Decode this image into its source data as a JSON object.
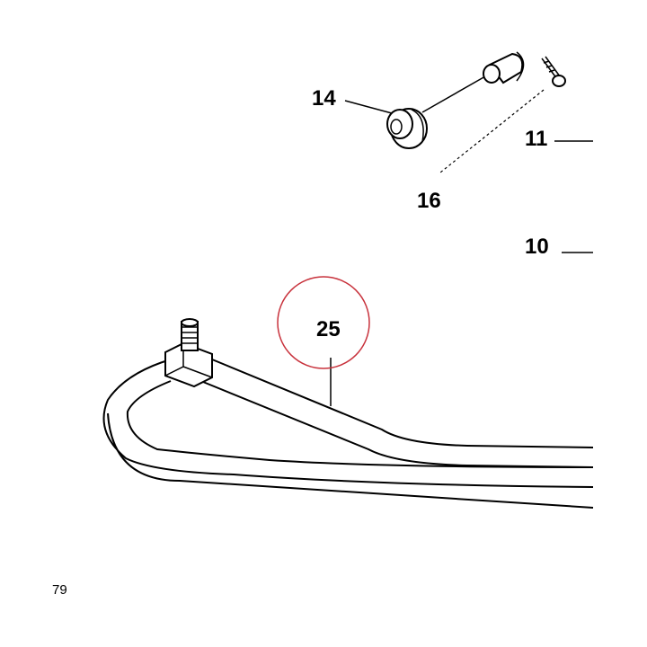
{
  "callouts": [
    {
      "id": "14",
      "label": "14"
    },
    {
      "id": "11",
      "label": "11"
    },
    {
      "id": "16",
      "label": "16"
    },
    {
      "id": "10",
      "label": "10"
    },
    {
      "id": "25",
      "label": "25"
    }
  ],
  "highlight": {
    "target": "25",
    "color": "#c8323c"
  },
  "page_note": "79",
  "colors": {
    "line": "#000000",
    "background": "#ffffff",
    "highlight_ring": "#c8323c"
  }
}
